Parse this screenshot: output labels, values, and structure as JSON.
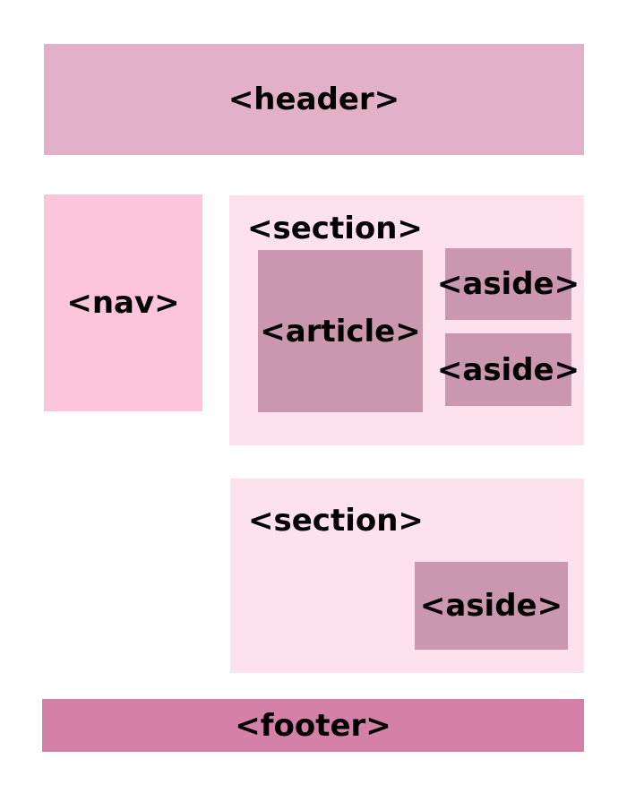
{
  "colors": {
    "header": "#e3b1c7",
    "nav": "#fcc5dc",
    "section": "#fde2ee",
    "inner": "#cb97ae",
    "footer": "#d480a9",
    "text": "#000000"
  },
  "diagram": {
    "header": "<header>",
    "nav": "<nav>",
    "section_main": {
      "label": "<section>",
      "article": "<article>",
      "asides": [
        "<aside>",
        "<aside>"
      ]
    },
    "section_secondary": {
      "label": "<section>",
      "aside": "<aside>"
    },
    "footer": "<footer>"
  }
}
